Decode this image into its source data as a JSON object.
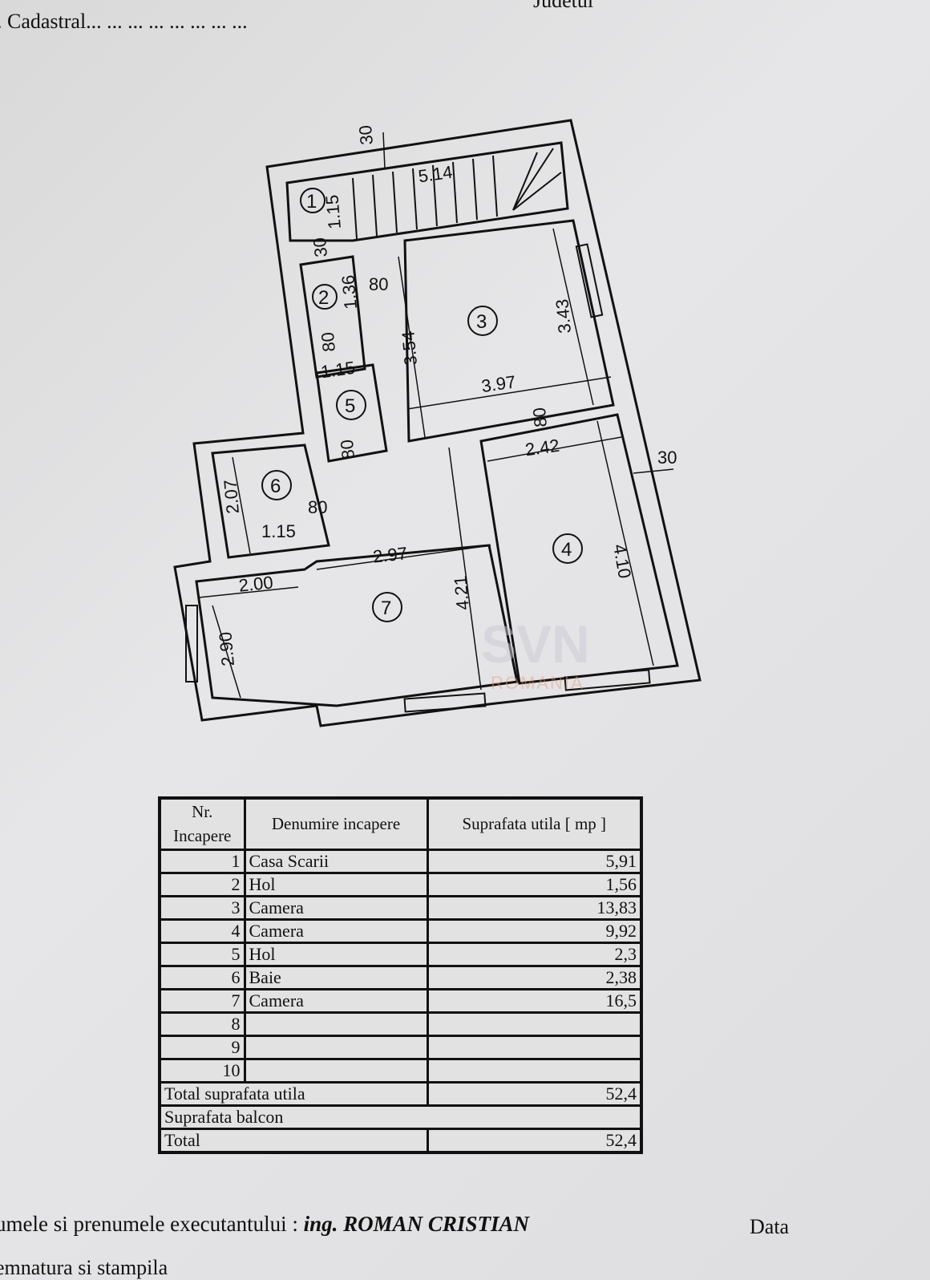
{
  "header": {
    "cadastral": ". Cadastral... ... ... ... ... ... ... ...",
    "judet": "Judetul"
  },
  "plan": {
    "rooms": [
      "1",
      "2",
      "3",
      "4",
      "5",
      "6",
      "7"
    ],
    "dims": {
      "top_wall": "30",
      "stair_w": "1.15",
      "stairs": "5.14",
      "d1": "30",
      "d2": "1.36",
      "door2": "80",
      "r3_h": "3.54",
      "r3_h2": "3.43",
      "r3_w": "3.97",
      "door3": "80",
      "r4_w": "2.42",
      "right_wall": "30",
      "door5": "80",
      "r5_w": "1.15",
      "door_small": "80",
      "r6_h": "2.07",
      "r6_w": "1.15",
      "door6": "80",
      "r7_w": "2.97",
      "r7_h": "4.21",
      "r4_h": "4.10",
      "r7_w2": "2.00",
      "r7_h2": "2.90"
    }
  },
  "watermark": {
    "brand": "SVN",
    "sub": "ROMANIA"
  },
  "table": {
    "headers": [
      "Nr. Incapere",
      "Denumire incapere",
      "Suprafata utila [ mp ]"
    ],
    "rows": [
      {
        "nr": "1",
        "name": "Casa Scarii",
        "area": "5,91"
      },
      {
        "nr": "2",
        "name": "Hol",
        "area": "1,56"
      },
      {
        "nr": "3",
        "name": "Camera",
        "area": "13,83"
      },
      {
        "nr": "4",
        "name": "Camera",
        "area": "9,92"
      },
      {
        "nr": "5",
        "name": "Hol",
        "area": "2,3"
      },
      {
        "nr": "6",
        "name": "Baie",
        "area": "2,38"
      },
      {
        "nr": "7",
        "name": "Camera",
        "area": "16,5"
      },
      {
        "nr": "8",
        "name": "",
        "area": ""
      },
      {
        "nr": "9",
        "name": "",
        "area": ""
      },
      {
        "nr": "10",
        "name": "",
        "area": ""
      }
    ],
    "total_util_label": "Total suprafata utila",
    "total_util": "52,4",
    "balcon_label": "Suprafata balcon",
    "balcon": "",
    "total_label": "Total",
    "total": "52,4"
  },
  "footer": {
    "executant_label": "umele si prenumele executantului :",
    "executant": "ing. ROMAN CRISTIAN",
    "date_label": "Data",
    "signature_label": "emnatura si stampila"
  }
}
